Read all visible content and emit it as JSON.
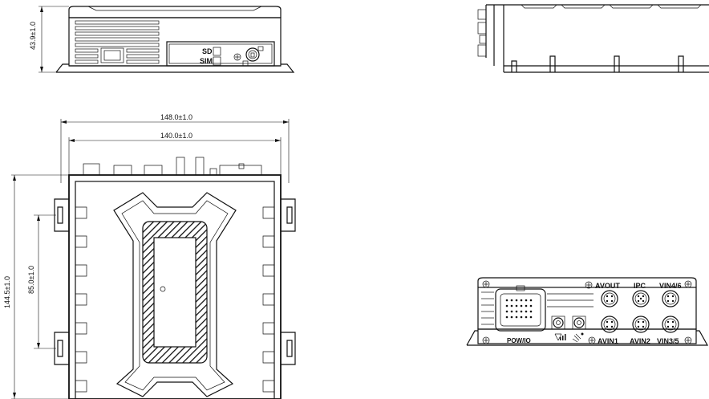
{
  "dimensions": {
    "height_top": "43.9±1.0",
    "width_outer": "148.0±1.0",
    "width_inner": "140.0±1.0",
    "depth_outer": "144.5±1.0",
    "hole_spacing": "85.0±1.0"
  },
  "front_panel": {
    "sd_label": "SD",
    "sim_label": "SIM"
  },
  "rear_panel": {
    "av_out_label": "AVOUT",
    "ipc_label": "IPC",
    "vin46_label": "VIN4/6",
    "pow_io_label": "POW/IO",
    "avin1_label": "AVIN1",
    "avin2_label": "AVIN2",
    "vin35_label": "VIN3/5"
  }
}
